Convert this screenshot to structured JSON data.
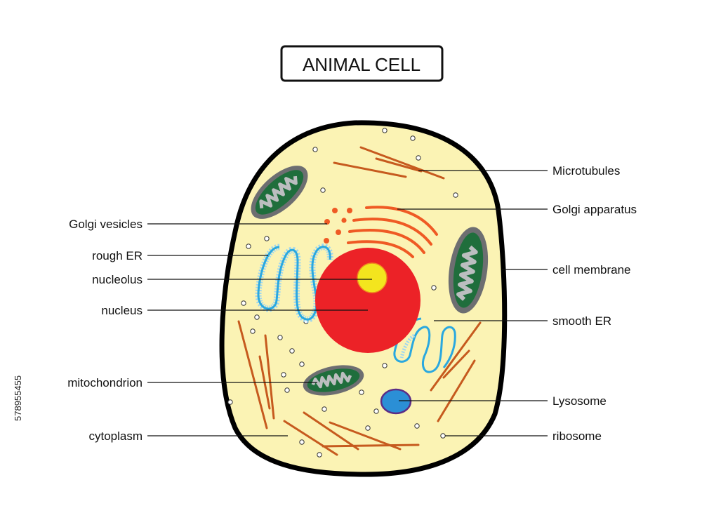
{
  "title": "ANIMAL CELL",
  "labels": {
    "microtubules": "Microtubules",
    "golgi_apparatus": "Golgi apparatus",
    "cell_membrane": "cell membrane",
    "smooth_er": "smooth ER",
    "lysosome": "Lysosome",
    "ribosome": "ribosome",
    "golgi_vesicles": "Golgi vesicles",
    "rough_er": "rough ER",
    "nucleolus": "nucleolus",
    "nucleus": "nucleus",
    "mitochondrion": "mitochondrion",
    "cytoplasm": "cytoplasm"
  },
  "stock_id": "578955455",
  "colors": {
    "cytoplasm": "#fbf3b4",
    "membrane": "#000000",
    "nucleus": "#ec2227",
    "nucleolus": "#f3e51e",
    "golgi": "#ef5a24",
    "er": "#2aa8df",
    "mitochondrion_outer": "#6d6e71",
    "mitochondrion_inner": "#1f6e3c",
    "cristae": "#bcbec0",
    "lysosome": "#2b8fd6",
    "lysosome_edge": "#5b2d86",
    "microtubule": "#c65a1e"
  }
}
